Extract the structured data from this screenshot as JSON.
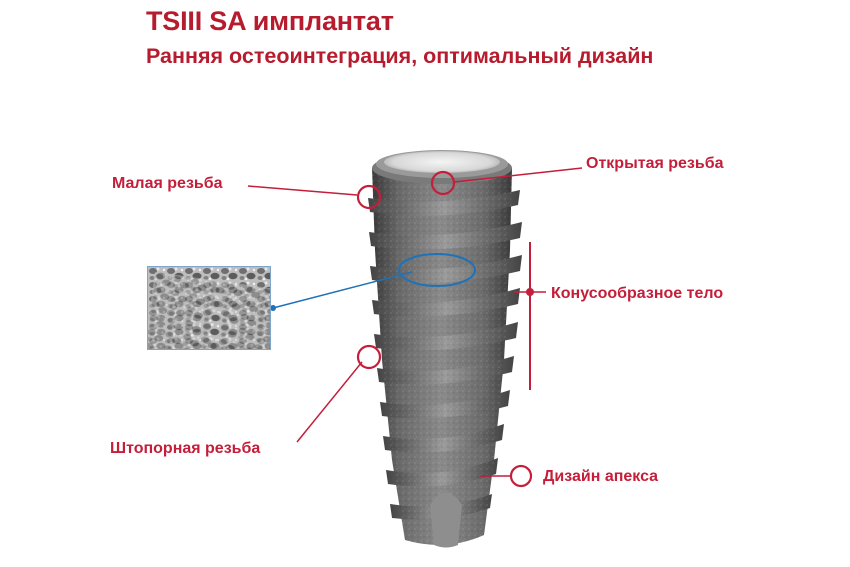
{
  "header": {
    "title": "TSIII SA имплантат",
    "subtitle": "Ранняя остеоинтеграция, оптимальный дизайн"
  },
  "labels": {
    "small_thread": "Малая резьба",
    "open_thread": "Открытая резьба",
    "tapered_body": "Конусообразное тело",
    "corkscrew_thread": "Штопорная резьба",
    "apex_design": "Дизайн апекса"
  },
  "colors": {
    "accent": "#c41e3a",
    "title": "#b71c2e",
    "surface_callout": "#1f72b8",
    "implant": "#6e6e6e"
  }
}
